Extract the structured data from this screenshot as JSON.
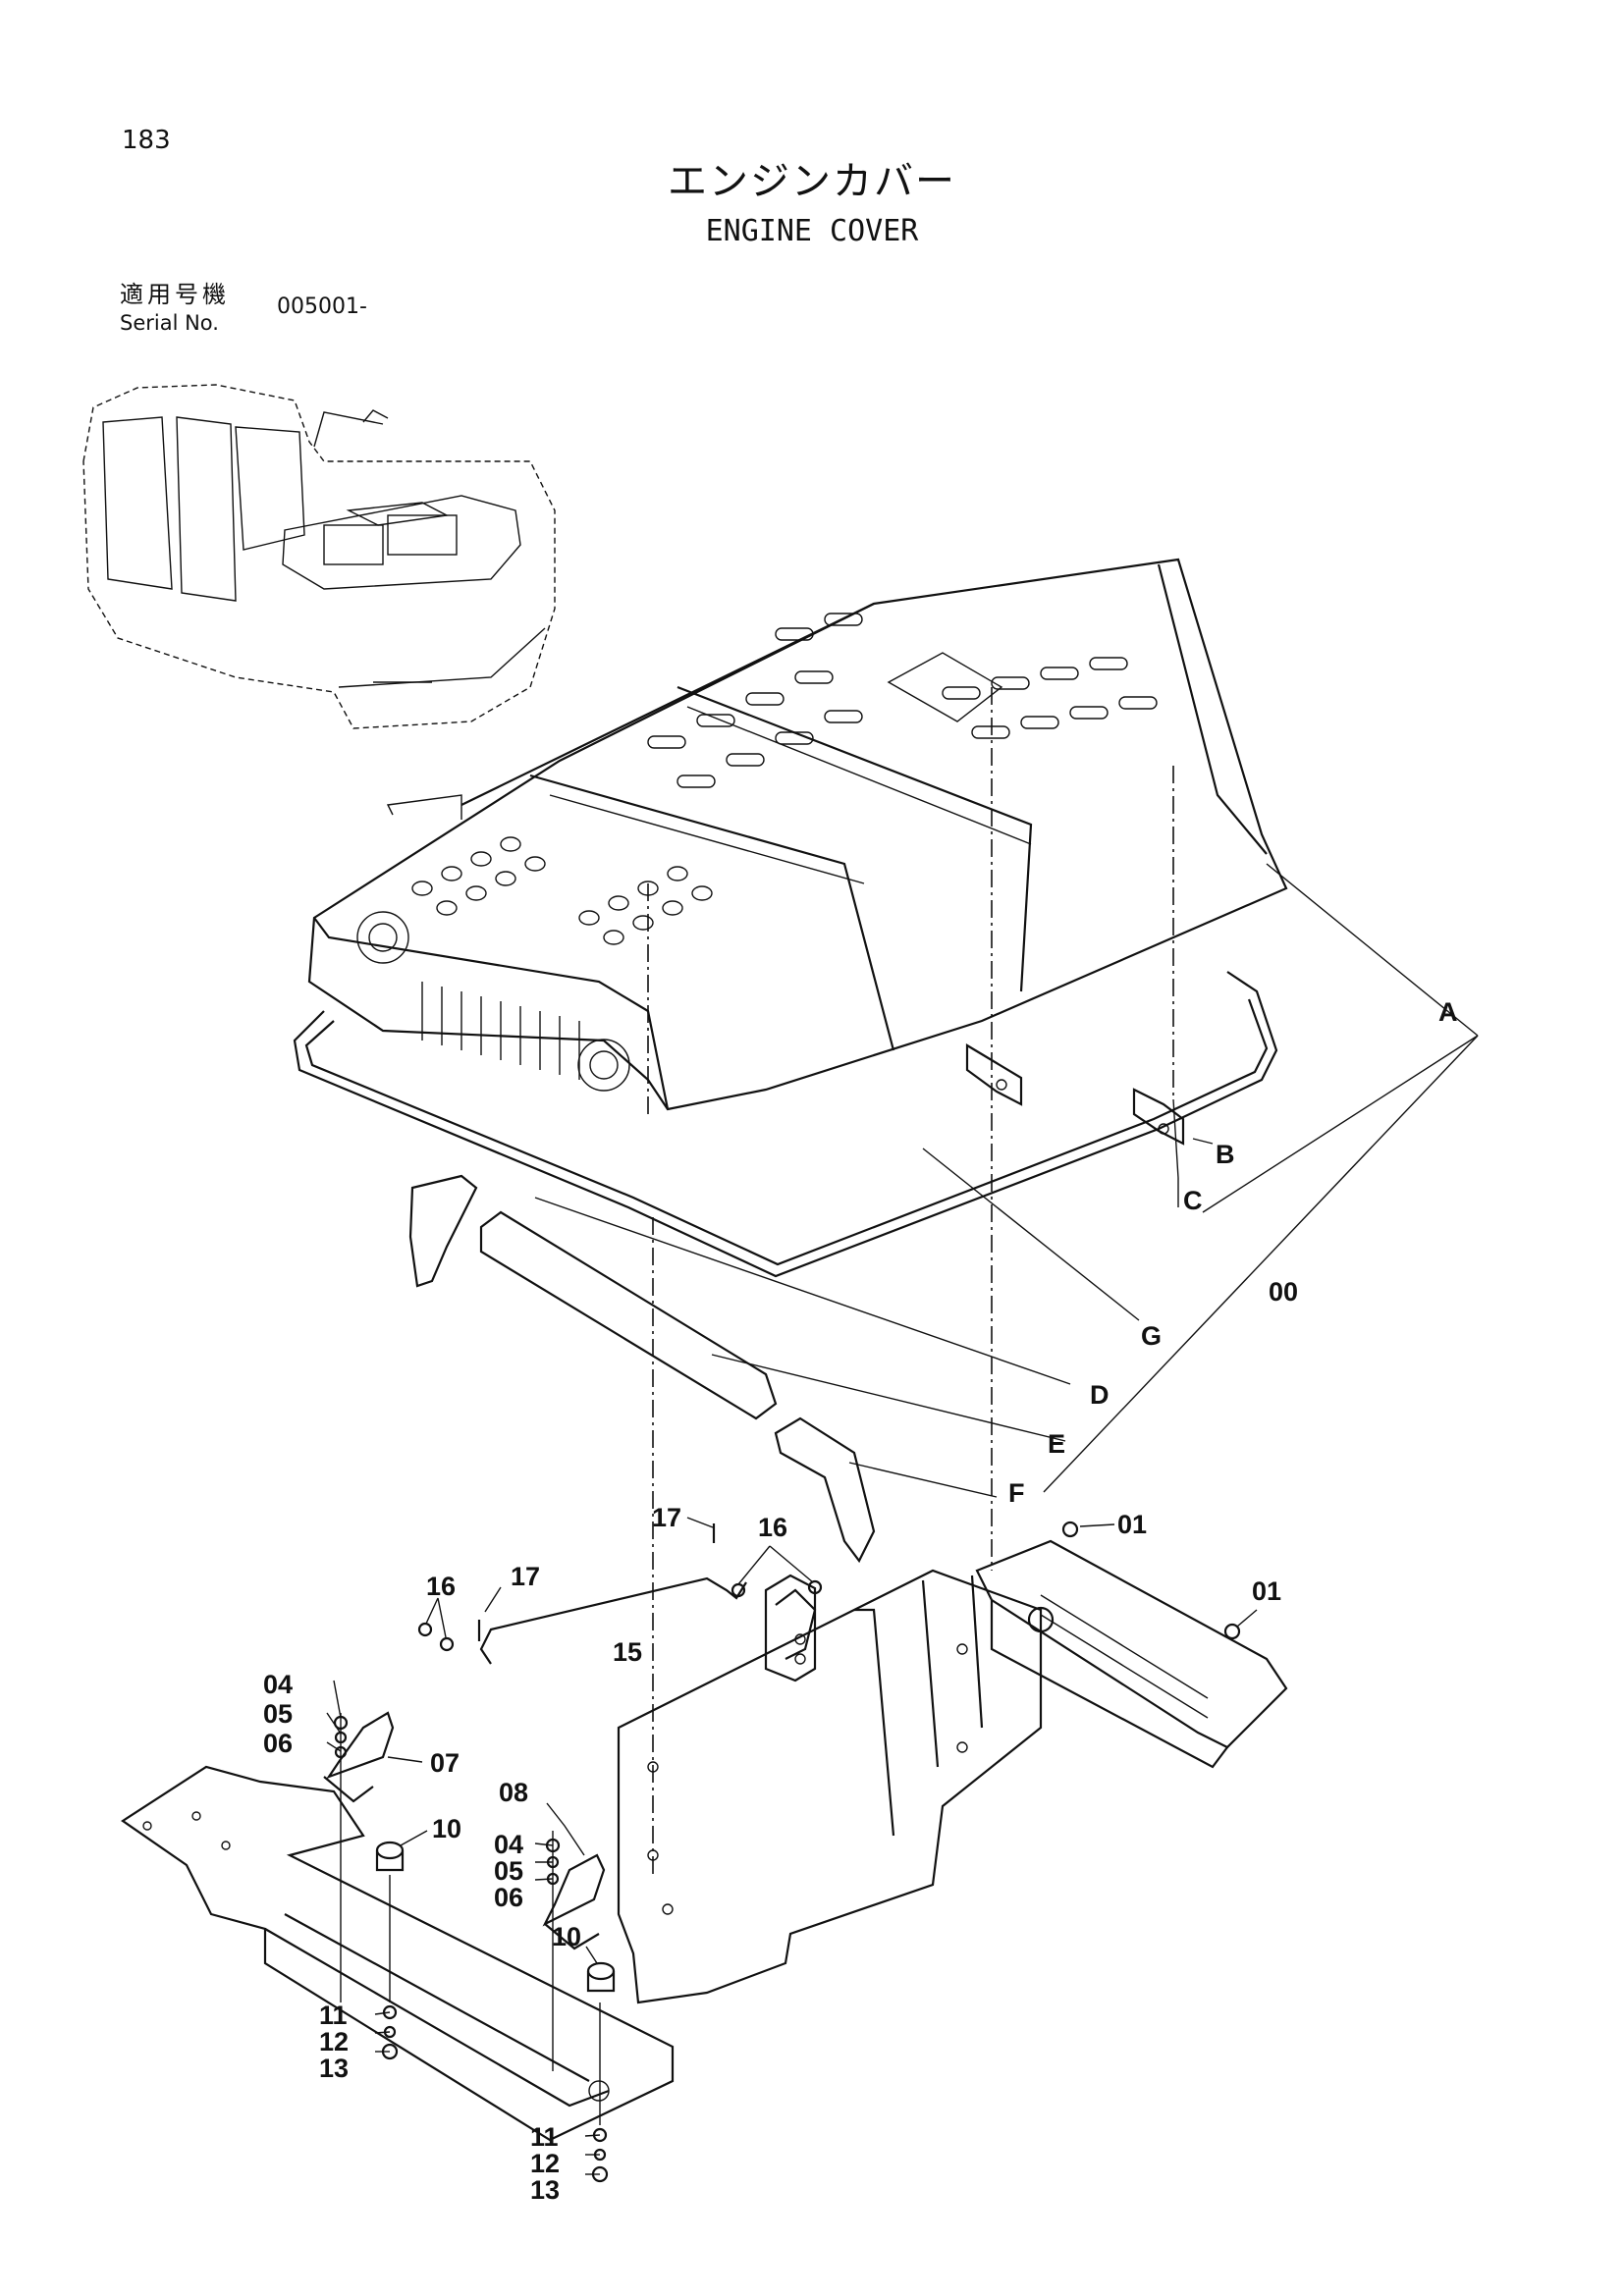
{
  "page_number": "183",
  "title": {
    "jp": "エンジンカバー",
    "en": "ENGINE COVER"
  },
  "serial": {
    "label_jp": "適用号機",
    "label_en": "Serial No.",
    "value": "005001-"
  },
  "callouts": {
    "A": "A",
    "B": "B",
    "C": "C",
    "D": "D",
    "E": "E",
    "F": "F",
    "G": "G",
    "p00": "00",
    "p01": "01",
    "p04": "04",
    "p05": "05",
    "p06": "06",
    "p07": "07",
    "p08": "08",
    "p10": "10",
    "p11": "11",
    "p12": "12",
    "p13": "13",
    "p15": "15",
    "p16": "16",
    "p17": "17"
  }
}
